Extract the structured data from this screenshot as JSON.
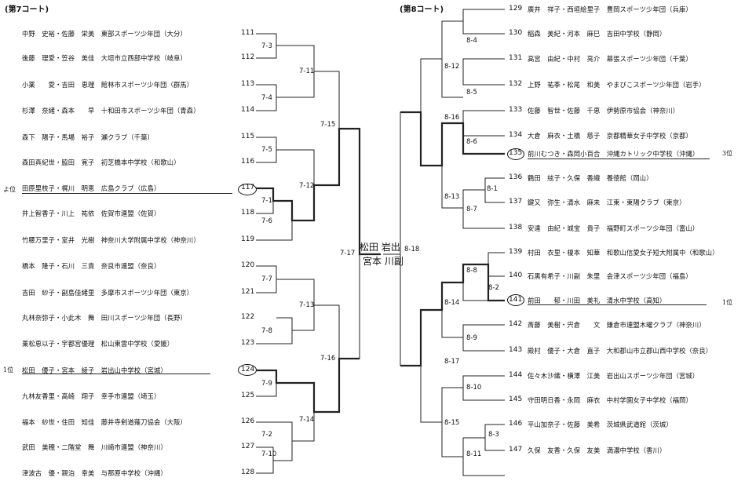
{
  "court7": {
    "title": "(第7コート)",
    "entries": [
      {
        "text": "中野　史裕・佐藤　栄美　東部スポーツ少年団（大分）",
        "num": "111"
      },
      {
        "text": "後藤　理愛・笠谷　美佳　大垣市立西部中学校（岐阜）",
        "num": "112"
      },
      {
        "text": "小薬　　愛・吉田　恵理　館林市スポーツ少年団（群馬）",
        "num": "113"
      },
      {
        "text": "杉澤　奈緒・森本　　早　十和田市スポーツ少年団（青森）",
        "num": "114"
      },
      {
        "text": "森下　陽子・馬場　裕子　瀬クラブ（千葉）",
        "num": "115"
      },
      {
        "text": "森田真紀世・脇田　寛子　初芝橋本中学校（和歌山）",
        "num": "116"
      },
      {
        "text": "田原里枝子・梶川　明恵　広島クラブ（広島）",
        "num": "117"
      },
      {
        "text": "井上智香子・川上　祐依　佐賀市連盟（佐賀）",
        "num": "118"
      },
      {
        "text": "竹腰万里子・室井　光樹　神奈川大学附属中学校（神奈川）",
        "num": "119"
      },
      {
        "text": "橋本　隆子・石川　三貴　奈良市連盟（奈良）",
        "num": "120"
      },
      {
        "text": "吉田　紗子・副島佳緒里　多摩市スポーツ少年団（東京）",
        "num": "121"
      },
      {
        "text": "丸林奈弥子・小此木　舞　田川スポーツ少年団（長野）",
        "num": "122"
      },
      {
        "text": "乗松恵以子・宇都宮優理　松山東雲中学校（愛媛）",
        "num": "123"
      },
      {
        "text": "松田　優子・宮本　綾子　岩出山中学校（宮城）",
        "num": "124"
      },
      {
        "text": "九林友香里・高崎　翔子　幸手市連盟（埼玉）",
        "num": "125"
      },
      {
        "text": "福本　紗世・住田　知佳　藤井寺剣道薙刀協会（大阪）",
        "num": "126"
      },
      {
        "text": "武田　美穂・二階堂　舞　川崎市連盟（神奈川）",
        "num": "127"
      },
      {
        "text": "津波古　優・親泊　幸美　与那原中学校（沖縄）",
        "num": "128"
      }
    ],
    "margin_notes": [
      "よ位",
      "1位"
    ],
    "matches": [
      "7-3",
      "7-11",
      "7-4",
      "7-15",
      "7-5",
      "7-12",
      "7-1",
      "7-6",
      "7-17",
      "7-7",
      "7-13",
      "7-8",
      "7-16",
      "7-9",
      "7-14",
      "7-2",
      "7-10"
    ]
  },
  "court8": {
    "title": "(第8コート)",
    "entries": [
      {
        "num": "129",
        "text": "廣井　祥子・西垣絵里子　豊岡スポーツ少年団（兵庫）"
      },
      {
        "num": "130",
        "text": "稲森　美紀・河本　麻巳　吉田中学校（静岡）"
      },
      {
        "num": "131",
        "text": "高宮　由紀・中村　亮介　幕張スポーツ少年団（千葉）"
      },
      {
        "num": "132",
        "text": "上野　祐季・松尾　和美　やまびこスポーツ少年団（岩手）"
      },
      {
        "num": "133",
        "text": "佐藤　智世・佐藤　千恵　伊勢原市協会（神奈川）"
      },
      {
        "num": "134",
        "text": "大倉　麻衣・土橋　慈子　京都精華女子中学校（京都）"
      },
      {
        "num": "135",
        "text": "前川むつき・森岡小百合　沖縄カトリック中学校（沖縄）"
      },
      {
        "num": "136",
        "text": "鶴田　絃子・久保　香織　養徳館（岡山）"
      },
      {
        "num": "137",
        "text": "鍵又　弥生・清水　麻未　江東・東陽クラブ（東京）"
      },
      {
        "num": "138",
        "text": "安達　由紀・城宝　貴子　福野町スポーツ少年団（富山）"
      },
      {
        "num": "139",
        "text": "村田　衣里・榎本　知華　和歌山信愛女子短大附属中（和歌山）"
      },
      {
        "num": "140",
        "text": "石黒有希子・川副　朱里　会津スポーツ少年団（福島）"
      },
      {
        "num": "141",
        "text": "前田　　郁・川田　美礼　清水中学校（高知）"
      },
      {
        "num": "142",
        "text": "斎藤　美樹・宍倉　　文　鎌倉市連盟木曜クラブ（神奈川）"
      },
      {
        "num": "143",
        "text": "殿村　優子・大倉　直子　大和郡山市立郡山西中学校（奈良）"
      },
      {
        "num": "144",
        "text": "佐々木沙織・横澤　江美　岩出山スポーツ少年団（宮城）"
      },
      {
        "num": "145",
        "text": "守田明日香・永岡　麻衣　中村学園女子中学校（福岡）"
      },
      {
        "num": "146",
        "text": "平山加奈子・佐藤　美希　茨城県武道館（茨城）"
      },
      {
        "num": "147",
        "text": "久保　友香・久保　友美　満濃中学校（香川）"
      }
    ],
    "margin_notes": [
      "3位",
      "1位"
    ],
    "matches": [
      "8-4",
      "8-12",
      "8-5",
      "8-16",
      "8-6",
      "8-13",
      "8-1",
      "8-7",
      "8-18",
      "8-8",
      "8-2",
      "8-14",
      "8-9",
      "8-17",
      "8-10",
      "8-15",
      "8-3",
      "8-11"
    ]
  },
  "final": {
    "winner_note_line1": "松田 岩出",
    "winner_note_line2": "宮本 川副"
  }
}
